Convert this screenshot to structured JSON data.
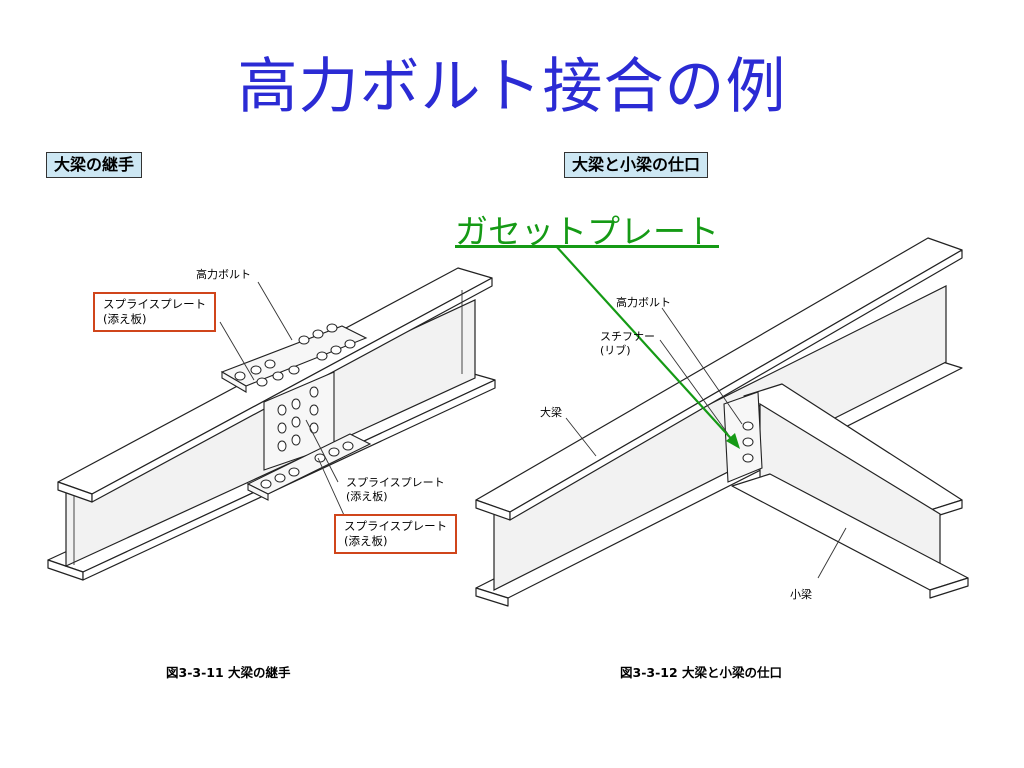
{
  "title": "高力ボルト接合の例",
  "left_panel": {
    "tag": "大梁の継手",
    "labels": {
      "bolt": "高力ボルト",
      "splice_top_l1": "スプライスプレート",
      "splice_top_l2": "(添え板)",
      "splice_web_l1": "スプライスプレート",
      "splice_web_l2": "(添え板)",
      "splice_bottom_l1": "スプライスプレート",
      "splice_bottom_l2": "(添え板)"
    },
    "caption": "図3-3-11 大梁の継手"
  },
  "right_panel": {
    "tag": "大梁と小梁の仕口",
    "gusset_label": "ガセットプレート",
    "labels": {
      "bolt": "高力ボルト",
      "stiffener_l1": "スチフナー",
      "stiffener_l2": "(リブ)",
      "main_beam": "大梁",
      "small_beam": "小梁"
    },
    "caption": "図3-3-12 大梁と小梁の仕口"
  },
  "colors": {
    "title": "#2b2bd4",
    "tag_bg": "#cde7f3",
    "highlight_box": "#d0451b",
    "gusset_arrow": "#159a15"
  }
}
